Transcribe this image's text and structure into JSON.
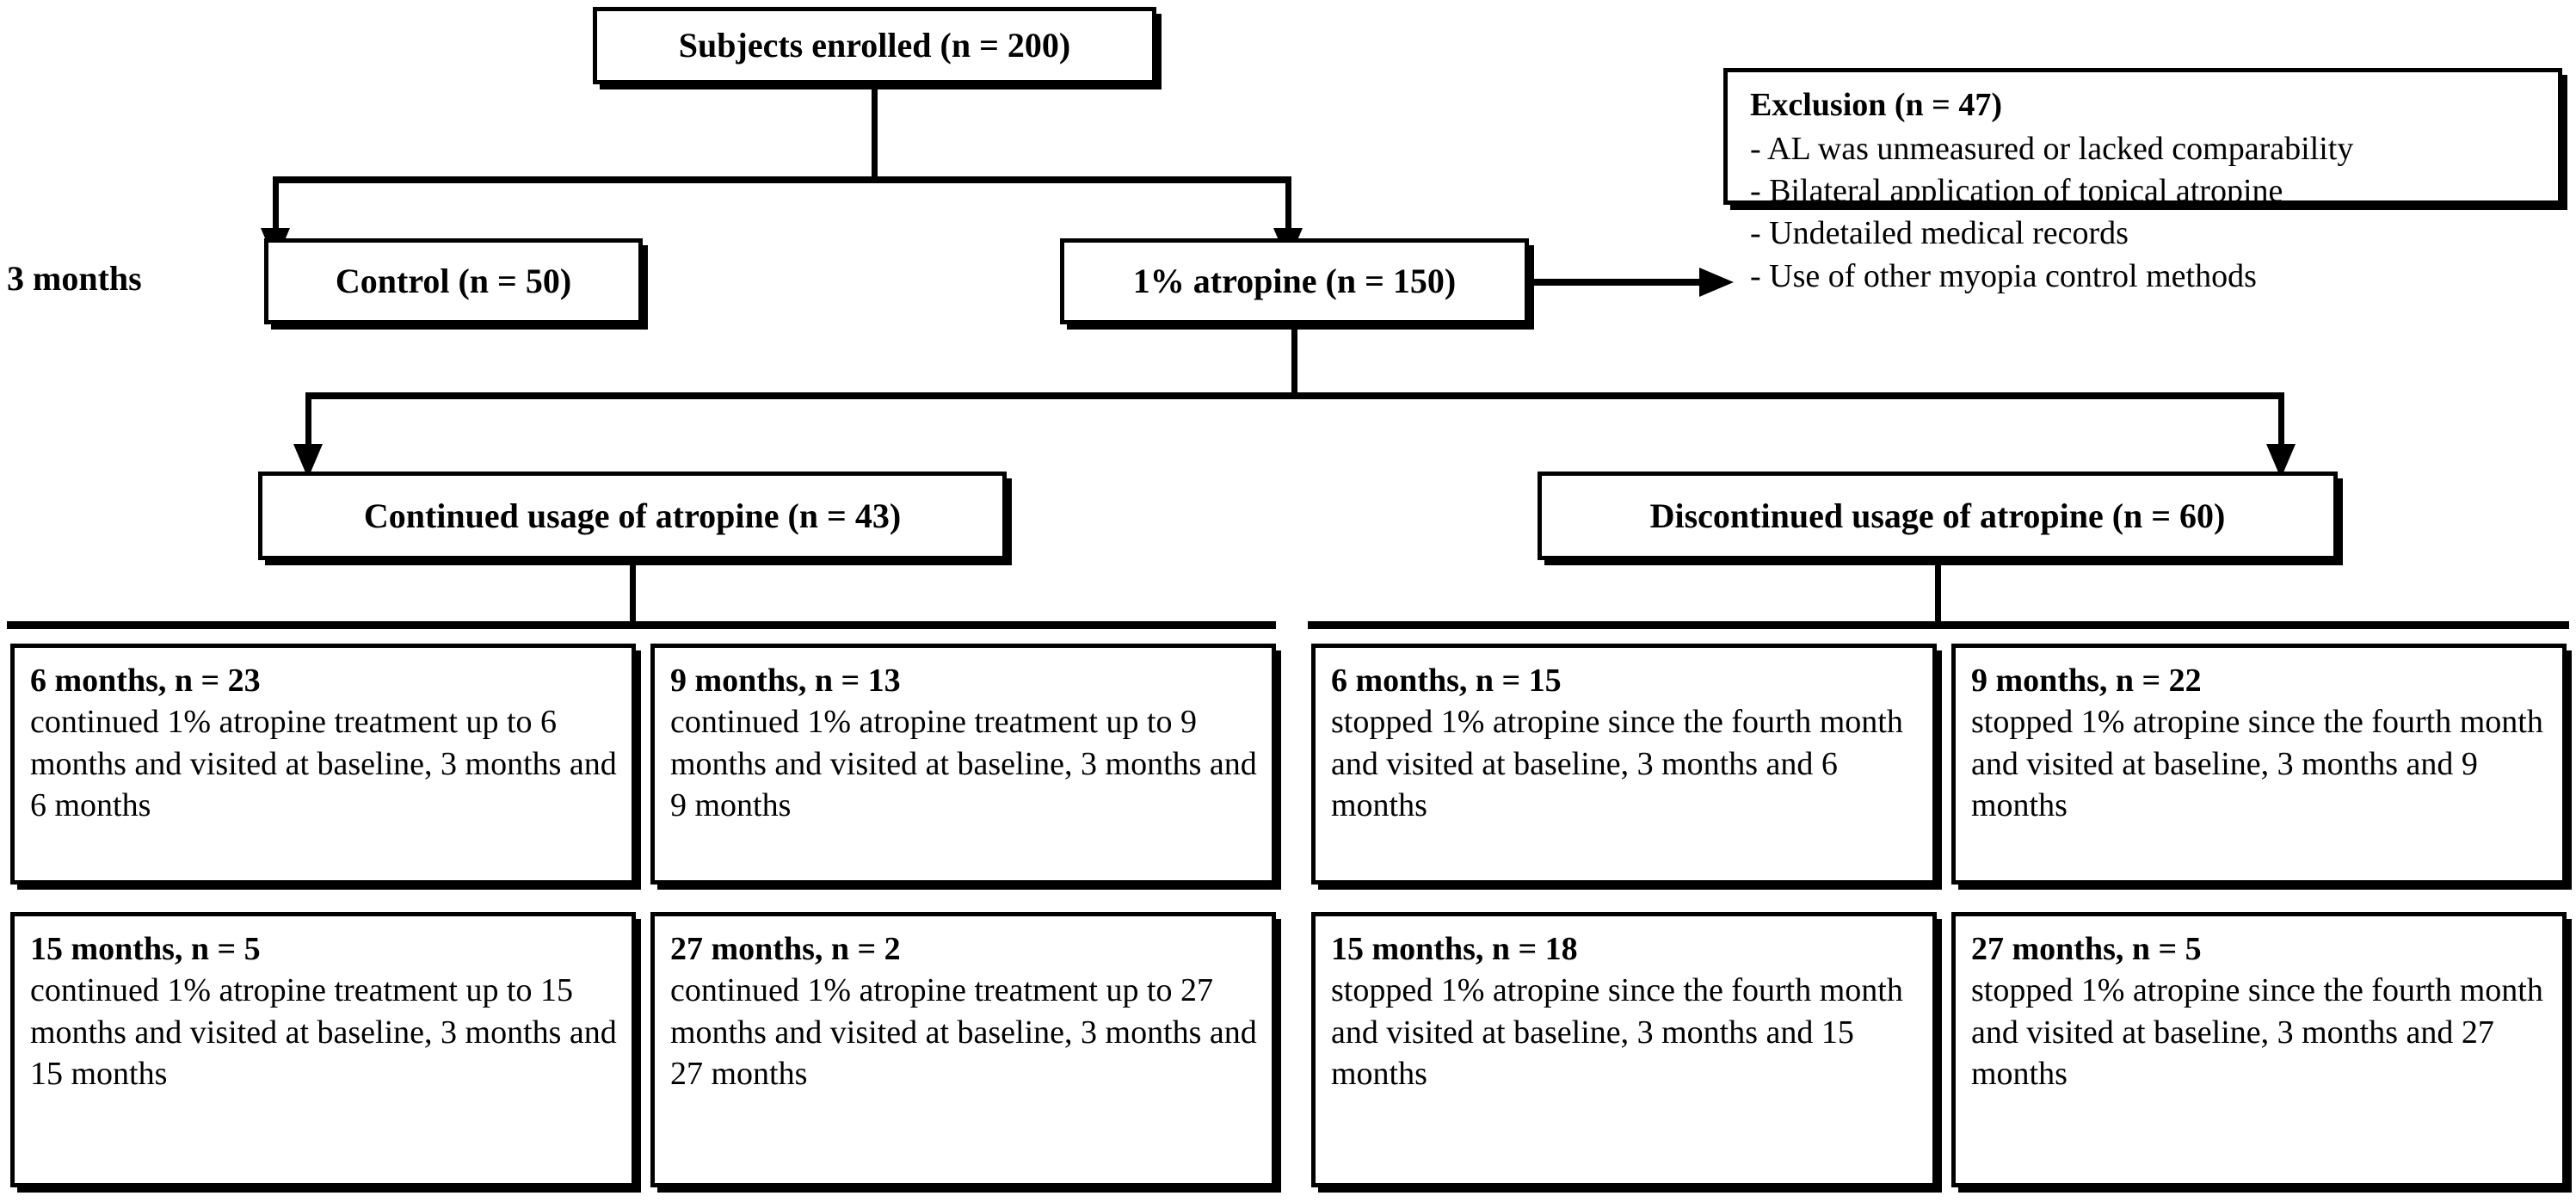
{
  "diagram": {
    "type": "flowchart",
    "title": "Study enrollment and follow-up flow diagram",
    "stage_label": "3 months",
    "colors": {
      "line": "#000000",
      "box_fill": "#ffffff",
      "text": "#000000"
    },
    "nodes": {
      "enrolled": {
        "label": "Subjects enrolled (n = 200)",
        "n": 200
      },
      "control": {
        "label": "Control (n = 50)",
        "n": 50
      },
      "atropine": {
        "label": "1% atropine (n = 150)",
        "n": 150
      },
      "continued": {
        "label": "Continued usage of atropine (n = 43)",
        "n": 43
      },
      "discontinued": {
        "label": "Discontinued usage of atropine (n = 60)",
        "n": 60
      }
    },
    "exclusion": {
      "title": "Exclusion (n = 47)",
      "n": 47,
      "items": [
        "- AL was unmeasured or lacked comparability",
        "- Bilateral application of topical atropine",
        "- Undetailed medical records",
        "- Use of other myopia control methods"
      ]
    },
    "continued_group": {
      "cells": [
        {
          "head": "6 months, n = 23",
          "months": 6,
          "n": 23,
          "body": "continued 1% atropine treatment up to 6 months and visited at baseline, 3 months and 6 months"
        },
        {
          "head": "9 months, n = 13",
          "months": 9,
          "n": 13,
          "body": "continued 1% atropine treatment up to 9 months and visited at baseline, 3 months and 9 months"
        },
        {
          "head": "15 months, n = 5",
          "months": 15,
          "n": 5,
          "body": "continued 1% atropine treatment up to 15 months and visited at baseline, 3 months and 15 months"
        },
        {
          "head": "27 months, n = 2",
          "months": 27,
          "n": 2,
          "body": "continued 1% atropine treatment up to 27 months and visited at baseline, 3 months and 27 months"
        }
      ]
    },
    "discontinued_group": {
      "cells": [
        {
          "head": "6 months, n = 15",
          "months": 6,
          "n": 15,
          "body": "stopped 1% atropine since the fourth month and visited at baseline, 3 months and 6 months"
        },
        {
          "head": "9 months, n = 22",
          "months": 9,
          "n": 22,
          "body": "stopped 1% atropine since the fourth month and visited at baseline, 3 months and 9 months"
        },
        {
          "head": "15 months, n = 18",
          "months": 15,
          "n": 18,
          "body": "stopped 1% atropine since the fourth month and visited at baseline, 3 months and 15 months"
        },
        {
          "head": "27 months, n = 5",
          "months": 27,
          "n": 5,
          "body": "stopped 1% atropine since the fourth month and visited at baseline, 3 months and 27 months"
        }
      ]
    }
  }
}
